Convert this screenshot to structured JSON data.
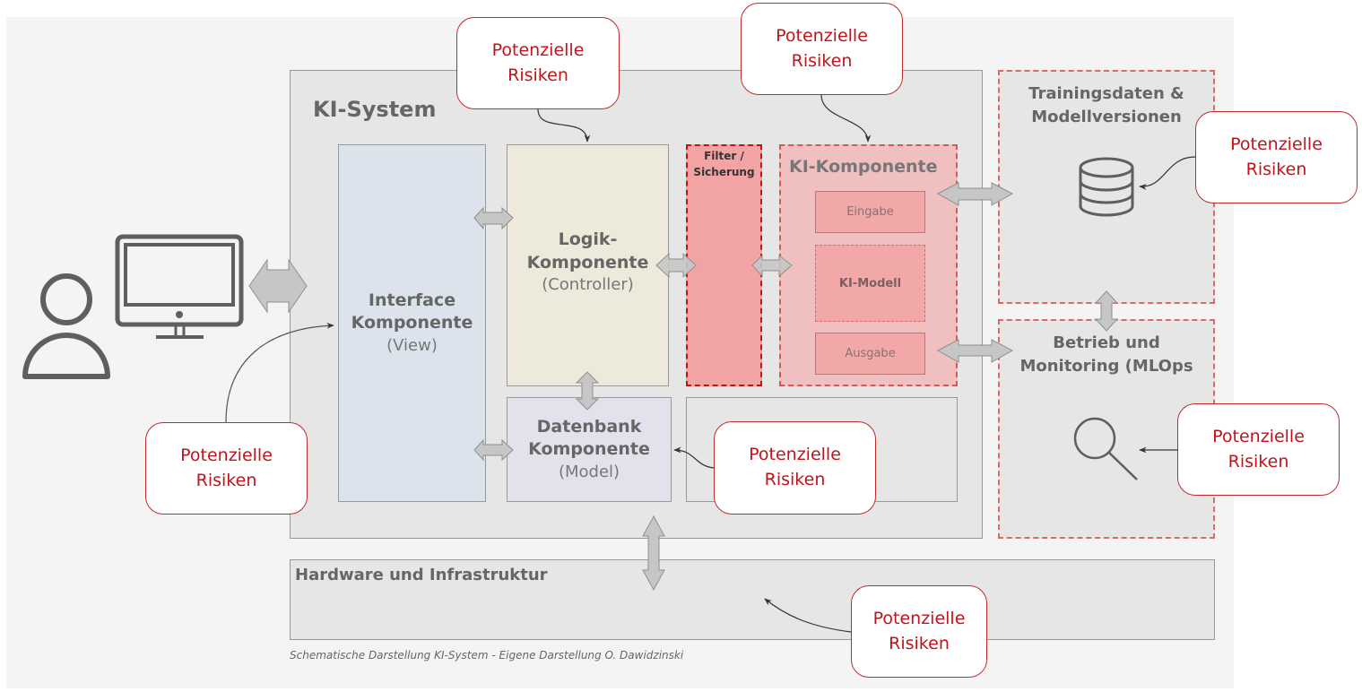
{
  "diagram": {
    "system_title": "KI-System",
    "components": {
      "interface": {
        "title_line1": "Interface",
        "title_line2": "Komponente",
        "subtitle": "(View)"
      },
      "logik": {
        "title_line1": "Logik-",
        "title_line2": "Komponente",
        "subtitle": "(Controller)"
      },
      "datenbank": {
        "title_line1": "Datenbank",
        "title_line2": "Komponente",
        "subtitle": "(Model)"
      },
      "filter": {
        "line1": "Filter /",
        "line2": "Sicherung"
      },
      "ki_komponente": {
        "title": "KI-Komponente",
        "eingabe": "Eingabe",
        "modell": "KI-Modell",
        "ausgabe": "Ausgabe"
      }
    },
    "training": {
      "line1": "Trainingsdaten &",
      "line2": "Modellversionen",
      "icon": "database-icon"
    },
    "betrieb": {
      "line1": "Betrieb und",
      "line2": "Monitoring (MLOps",
      "icon": "magnifier-icon"
    },
    "hardware": {
      "title": "Hardware und Infrastruktur"
    },
    "user": {
      "person_icon": "user-icon",
      "monitor_icon": "monitor-icon"
    },
    "callouts": [
      {
        "target": "logik",
        "line1": "Potenzielle",
        "line2": "Risiken"
      },
      {
        "target": "ki_komponente",
        "line1": "Potenzielle",
        "line2": "Risiken"
      },
      {
        "target": "training",
        "line1": "Potenzielle",
        "line2": "Risiken"
      },
      {
        "target": "interface",
        "line1": "Potenzielle",
        "line2": "Risiken"
      },
      {
        "target": "datenbank",
        "line1": "Potenzielle",
        "line2": "Risiken"
      },
      {
        "target": "betrieb",
        "line1": "Potenzielle",
        "line2": "Risiken"
      },
      {
        "target": "hardware",
        "line1": "Potenzielle",
        "line2": "Risiken"
      }
    ],
    "caption": "Schematische Darstellung KI-System - Eigene Darstellung O. Dawidzinski",
    "colors": {
      "risk_red": "#c0141c",
      "filter_fill": "#f2a3a3",
      "ki_fill": "#f0c0c0",
      "interface_fill": "#dde3ec",
      "logik_fill": "#eeeadb",
      "datenbank_fill": "#e3e2ec",
      "arrow_fill": "#c6c6c6"
    }
  }
}
